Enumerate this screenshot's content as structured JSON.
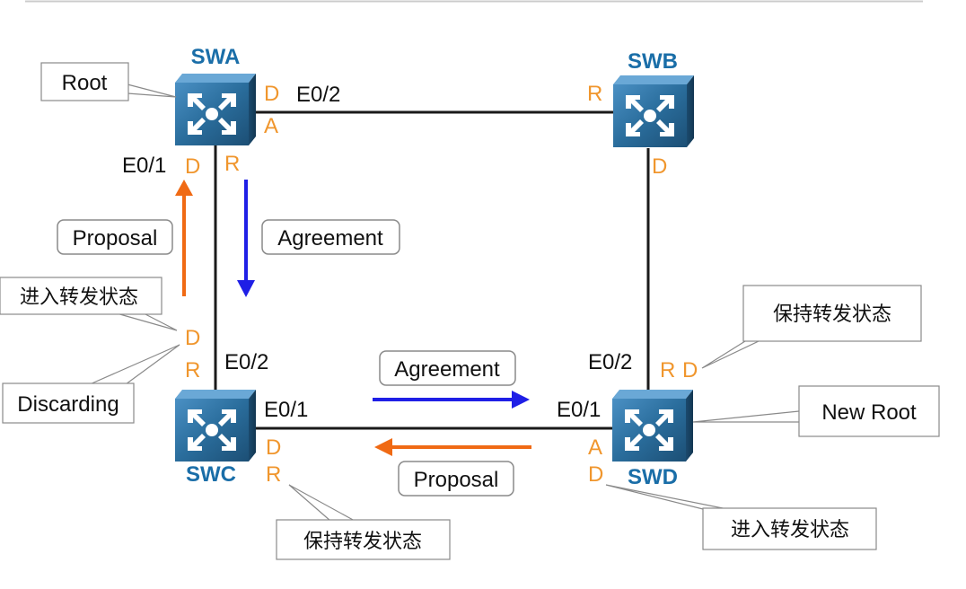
{
  "colors": {
    "line": "#1a1a1a",
    "port_role": "#f0962d",
    "switch_name": "#1a6ea8",
    "arrow_blue": "#1f1fe6",
    "arrow_orange": "#f06a14",
    "callout_border": "#8a8a8a",
    "switch_body": "#2a6d9c"
  },
  "switches": {
    "swa": {
      "name": "SWA"
    },
    "swb": {
      "name": "SWB"
    },
    "swc": {
      "name": "SWC"
    },
    "swd": {
      "name": "SWD"
    }
  },
  "ports": {
    "swa_e02": "E0/2",
    "swa_e01": "E0/1",
    "swc_e02": "E0/2",
    "swc_e01": "E0/1",
    "swd_e02": "E0/2",
    "swd_e01": "E0/1"
  },
  "roles": {
    "swa_e02_d": "D",
    "swa_e02_a": "A",
    "swa_e01_d": "D",
    "swa_e01_r": "R",
    "swb_left_r": "R",
    "swb_bottom_d": "D",
    "swc_top_d": "D",
    "swc_top_r": "R",
    "swc_right_d": "D",
    "swc_right_r": "R",
    "swd_top_r": "R",
    "swd_top_d": "D",
    "swd_left_a": "A",
    "swd_left_d": "D"
  },
  "messages": {
    "proposal_left": "Proposal",
    "agreement_left": "Agreement",
    "agreement_bottom": "Agreement",
    "proposal_bottom": "Proposal"
  },
  "callouts": {
    "root": "Root",
    "new_root": "New Root",
    "discarding": "Discarding",
    "enter_forwarding_left": "进入转发状态",
    "keep_forwarding_right": "保持转发状态",
    "keep_forwarding_bottom": "保持转发状态",
    "enter_forwarding_bottom": "进入转发状态"
  }
}
